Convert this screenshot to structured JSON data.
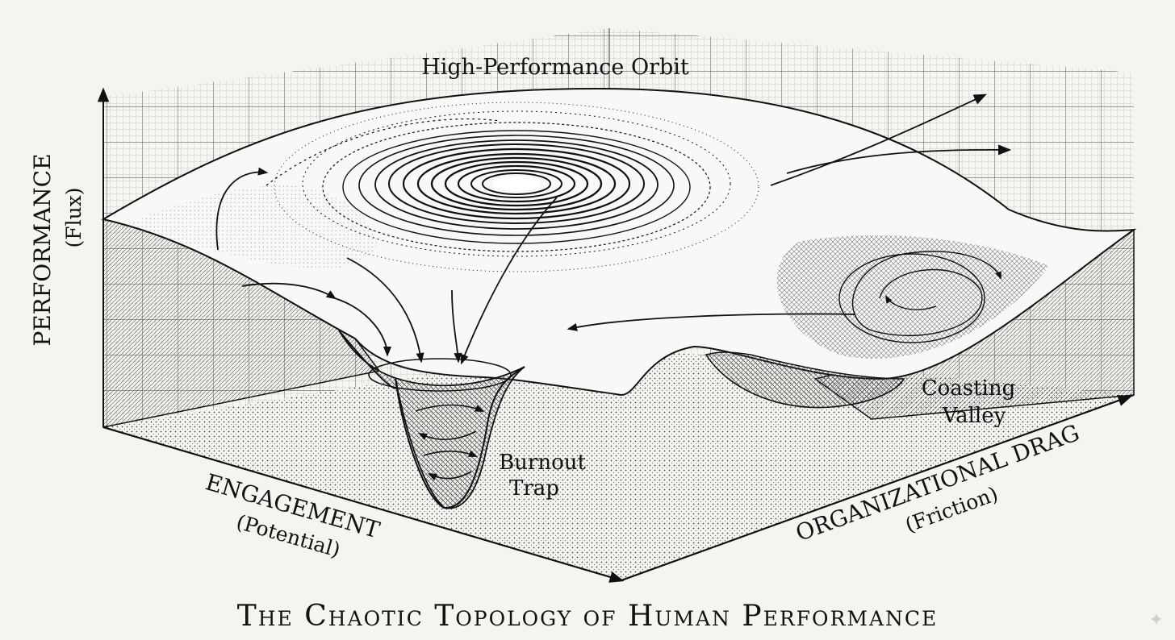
{
  "labels": {
    "orbit": "High-Performance Orbit",
    "burnout_line1": "Burnout",
    "burnout_line2": "Trap",
    "coasting_line1": "Coasting",
    "coasting_line2": "Valley"
  },
  "axes": {
    "vertical": {
      "name": "PERFORMANCE",
      "sub": "(Flux)"
    },
    "left": {
      "name": "ENGAGEMENT",
      "sub": "(Potential)"
    },
    "right": {
      "name": "ORGANIZATIONAL DRAG",
      "sub": "(Friction)"
    }
  },
  "title": "The Chaotic Topology of Human Performance",
  "style": {
    "ink": "#111111",
    "paper": "#f4f4f1"
  }
}
